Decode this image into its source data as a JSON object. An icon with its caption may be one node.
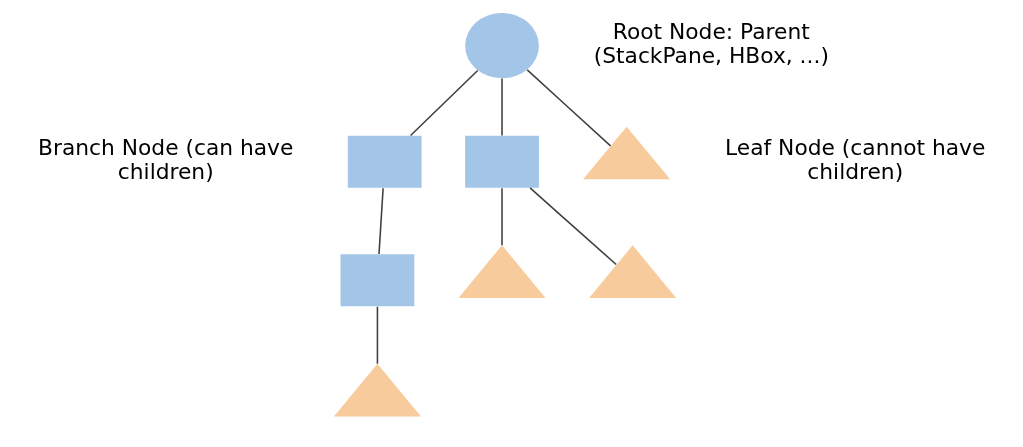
{
  "diagram": {
    "nodes": [
      {
        "text": [],
        "shape": "circle",
        "beside": [
          "Root Node: Parent (StackPane, HBox, ...)"
        ]
      },
      {
        "text": [],
        "shape": "box",
        "beside": [
          "Branch Node (can have children)"
        ]
      },
      {
        "text": [],
        "shape": "box"
      },
      {
        "text": [],
        "shape": "triangle",
        "beside": [
          "Leaf Node (cannot have children)"
        ]
      },
      {
        "text": [],
        "shape": "box"
      },
      {
        "text": [],
        "shape": "triangle"
      },
      {
        "text": [],
        "shape": "triangle"
      },
      {
        "text": [],
        "shape": "triangle"
      }
    ],
    "edges": [
      {
        "from": 0,
        "to": 1,
        "arrow": "none"
      },
      {
        "from": 0,
        "to": 2,
        "arrow": "none"
      },
      {
        "from": 0,
        "to": 3,
        "arrow": "none"
      },
      {
        "from": 1,
        "to": 4,
        "arrow": "none"
      },
      {
        "from": 2,
        "to": 5,
        "arrow": "none"
      },
      {
        "from": 2,
        "to": 6,
        "arrow": "none"
      },
      {
        "from": 4,
        "to": 7,
        "arrow": "none"
      }
    ]
  }
}
